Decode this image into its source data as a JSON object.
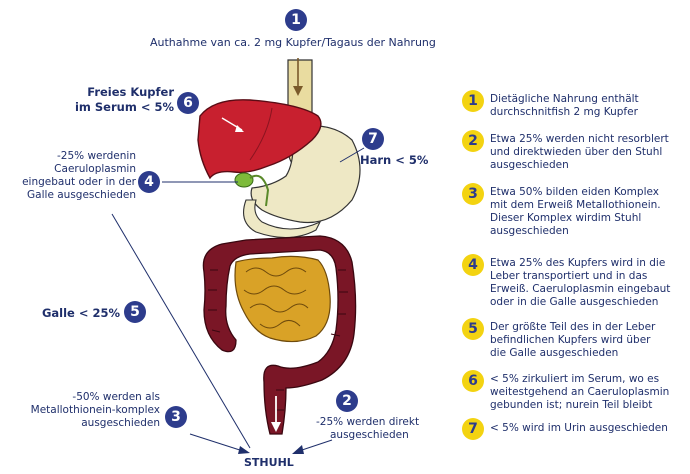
{
  "colors": {
    "navy": "#2d3c8c",
    "yellow": "#f3d311",
    "liver": "#c8202f",
    "colon": "#7a1626",
    "small_intestine": "#d9a227",
    "stomach": "#eee8c5"
  },
  "top_label": {
    "number": "1",
    "text": "Authahme van ca. 2 mg Kupfer/Tagaus der Nahrung"
  },
  "left_labels": [
    {
      "id": "serum",
      "number": "6",
      "lines": [
        "Freies Kupfer",
        "im Serum < 5%"
      ]
    },
    {
      "id": "caerulo",
      "number": "4",
      "lines": [
        "-25% werdenin",
        "Caeruloplasmin",
        "eingebaut oder in der",
        "Galle ausgeschieden"
      ]
    },
    {
      "id": "galle",
      "number": "5",
      "lines": [
        "Galle < 25%"
      ]
    },
    {
      "id": "metallo",
      "number": "3",
      "lines": [
        "-50% werden als",
        "Metallothionein-komplex",
        "ausgeschieden"
      ]
    }
  ],
  "right_labels": [
    {
      "id": "harn",
      "number": "7",
      "lines": [
        "Harn < 5%"
      ]
    },
    {
      "id": "direkt",
      "number": "2",
      "lines": [
        "-25% werden direkt",
        "ausgeschieden"
      ]
    }
  ],
  "bottom_label": "STHUHL",
  "legend": [
    {
      "number": "1",
      "lines": [
        "Dietägliche Nahrung enthält",
        "durchschnitfish 2 mg Kupfer"
      ]
    },
    {
      "number": "2",
      "lines": [
        "Etwa 25% werden nicht resorblert",
        "und direktwieden über den Stuhl",
        "ausgeschieden"
      ]
    },
    {
      "number": "3",
      "lines": [
        "Etwa 50% bilden eiden Komplex",
        "mit dem Erweiß Metallothionein.",
        "Dieser Komplex wirdim Stuhl",
        "ausgeschieden"
      ]
    },
    {
      "number": "4",
      "lines": [
        "Etwa 25% des Kupfers wird in die",
        "Leber transportiert und in das",
        "Erweiß. Caeruloplasmin eingebaut",
        "oder in die Galle ausgeschieden"
      ]
    },
    {
      "number": "5",
      "lines": [
        "Der größte Teil des in der Leber",
        "befindlichen Kupfers wird über",
        "die Galle ausgeschieden"
      ]
    },
    {
      "number": "6",
      "lines": [
        "< 5% zirkuliert im Serum, wo es",
        "weitestgehend an Caeruloplasmin",
        "gebunden ist; nurein Teil bleibt"
      ]
    },
    {
      "number": "7",
      "lines": [
        "< 5% wird im Urin ausgeschieden"
      ]
    }
  ]
}
